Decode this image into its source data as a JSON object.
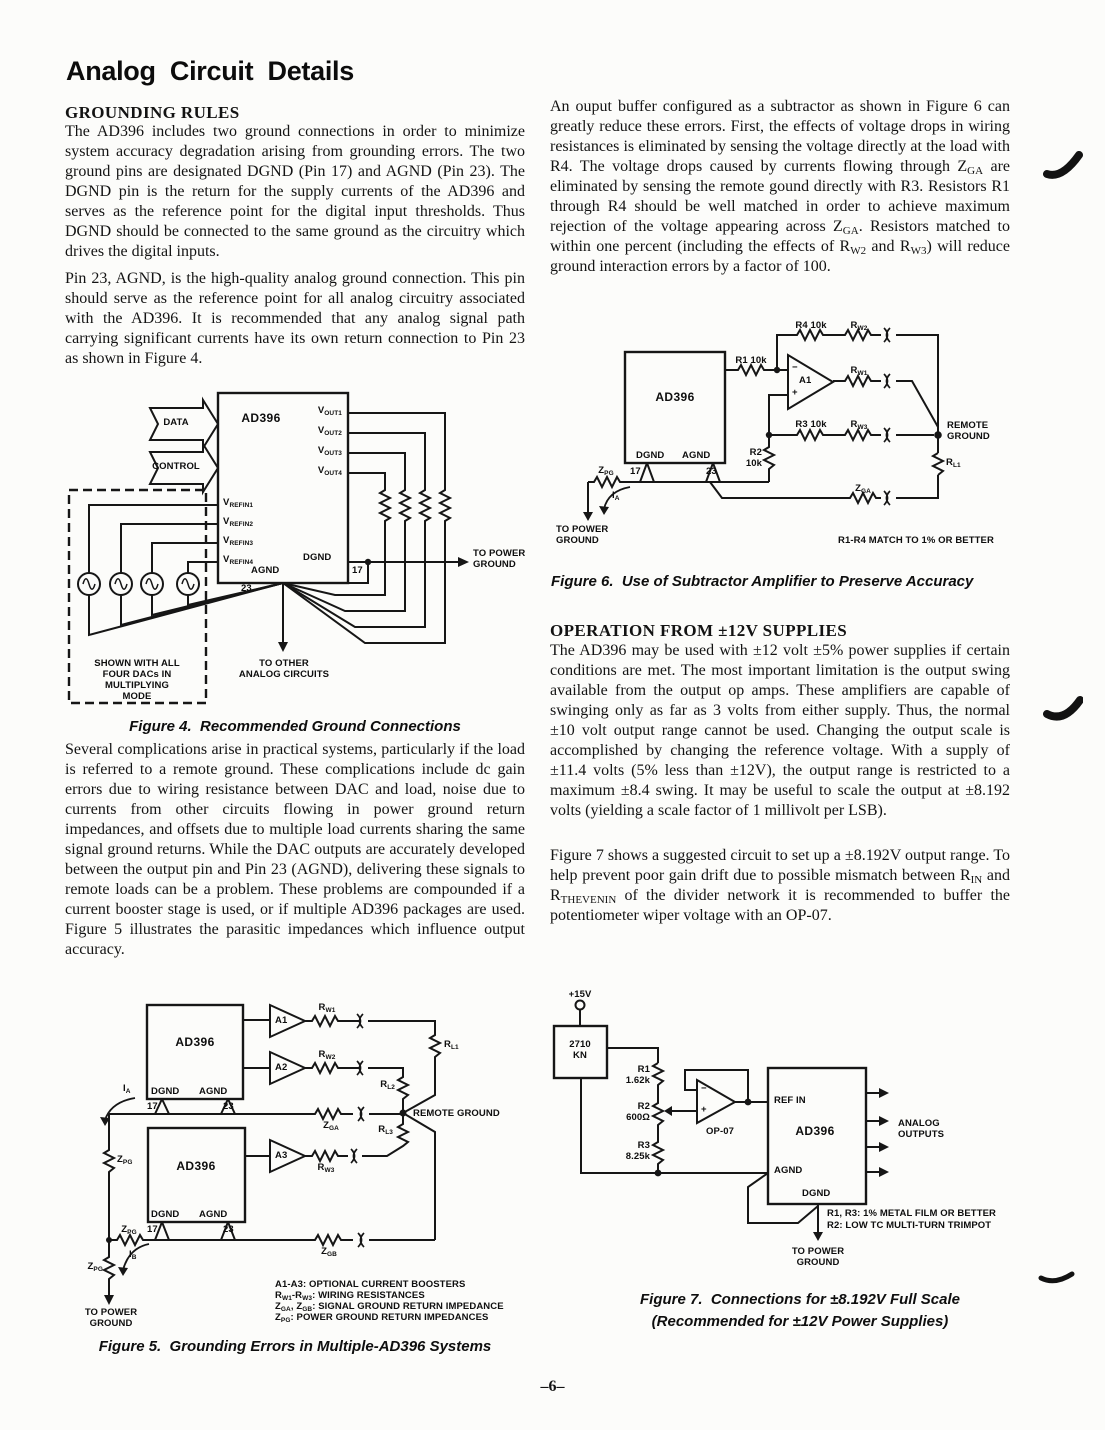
{
  "page": {
    "title": "Analog Circuit Details",
    "page_number": "–6–"
  },
  "left": {
    "heading": "GROUNDING RULES",
    "para1": "The AD396 includes two ground connections in order to minimize system accuracy degradation arising from grounding errors. The two ground pins are designated DGND (Pin 17) and AGND (Pin 23). The DGND pin is the return for the supply currents of the AD396 and serves as the reference point for the digital input thresholds. Thus DGND should be connected to the same ground as the circuitry which drives the digital inputs.",
    "para2": "Pin 23, AGND, is the high-quality analog ground connection. This pin should serve as the reference point for all analog circuitry associated with the AD396. It is recommended that any analog signal path carrying significant currents have its own return connection to Pin 23 as shown in Figure 4.",
    "fig4_caption": "Figure 4.  Recommended Ground Connections",
    "para3": "Several complications arise in practical systems, particularly if the load is referred to a remote ground. These complications include dc gain errors due to wiring resistance between DAC and load, noise due to currents from other circuits flowing in power ground return impedances, and offsets due to multiple load currents sharing the same signal ground returns. While the DAC outputs are accurately developed between the output pin and Pin 23 (AGND), delivering these signals to remote loads can be a problem. These problems are compounded if a current booster stage is used, or if multiple AD396 packages are used. Figure 5 illustrates the parasitic impedances which influence output accuracy.",
    "fig5_caption": "Figure 5.  Grounding Errors in Multiple-AD396 Systems"
  },
  "right": {
    "para1": [
      {
        "t": "An ouput buffer configured as a subtractor as shown in Figure 6 can greatly reduce these errors. First, the effects of voltage drops in wiring resistances is eliminated by sensing the voltage directly at the load with R4. The voltage drops caused by currents flowing through Z"
      },
      {
        "t": "GA",
        "sub": true
      },
      {
        "t": " are eliminated by sensing the remote gound directly with R3. Resistors R1 through R4 should be well matched in order to achieve maximum rejection of the voltage appearing across Z"
      },
      {
        "t": "GA",
        "sub": true
      },
      {
        "t": ". Resistors matched to within one percent (including the effects of R"
      },
      {
        "t": "W2",
        "sub": true
      },
      {
        "t": " and R"
      },
      {
        "t": "W3",
        "sub": true
      },
      {
        "t": ") will reduce ground interaction errors by a factor of 100."
      }
    ],
    "fig6_caption": "Figure 6.  Use of Subtractor Amplifier to Preserve Accuracy",
    "heading": "OPERATION FROM  ±12V SUPPLIES",
    "para2": "The AD396 may be used with ±12 volt ±5% power supplies if certain conditions are met. The most important limitation is the output swing available from the output op amps. These amplifiers are capable of swinging only as far as 3 volts from either supply. Thus, the normal ±10 volt output range cannot be used. Changing the output scale is accomplished by changing the reference voltage. With a supply of ±11.4 volts (5% less than ±12V), the output range is restricted to a maximum ±8.4 swing. It may be useful to scale the output at ±8.192 volts (yielding a scale factor of 1 millivolt per LSB).",
    "para3": [
      {
        "t": "Figure 7 shows a suggested circuit to set up a ±8.192V output range. To help prevent poor gain drift due to possible mismatch between R"
      },
      {
        "t": "IN",
        "sub": true
      },
      {
        "t": " and R"
      },
      {
        "t": "THEVENIN",
        "sub": true
      },
      {
        "t": " of the divider network it is recommended to buffer the potentiometer wiper voltage with an OP-07."
      }
    ],
    "fig7_caption1": "Figure 7.  Connections for ±8.192V Full Scale",
    "fig7_caption2": "(Recommended for ±12V Power Supplies)"
  },
  "fig4": {
    "chip": "AD396",
    "data_bus": "DATA",
    "control_bus": "CONTROL",
    "vout1": [
      {
        "t": "V"
      },
      {
        "t": "OUT1",
        "sub": true
      }
    ],
    "vout2": [
      {
        "t": "V"
      },
      {
        "t": "OUT2",
        "sub": true
      }
    ],
    "vout3": [
      {
        "t": "V"
      },
      {
        "t": "OUT3",
        "sub": true
      }
    ],
    "vout4": [
      {
        "t": "V"
      },
      {
        "t": "OUT4",
        "sub": true
      }
    ],
    "vref1": [
      {
        "t": "V"
      },
      {
        "t": "REFIN1",
        "sub": true
      }
    ],
    "vref2": [
      {
        "t": "V"
      },
      {
        "t": "REFIN2",
        "sub": true
      }
    ],
    "vref3": [
      {
        "t": "V"
      },
      {
        "t": "REFIN3",
        "sub": true
      }
    ],
    "vref4": [
      {
        "t": "V"
      },
      {
        "t": "REFIN4",
        "sub": true
      }
    ],
    "dgnd": "DGND",
    "agnd": "AGND",
    "pin17": "17",
    "pin23": "23",
    "to_power": "TO POWER\nGROUND",
    "to_other": "TO OTHER\nANALOG CIRCUITS",
    "mode_note": "SHOWN WITH ALL\nFOUR DACs IN\nMULTIPLYING\nMODE"
  },
  "fig5": {
    "chip1": "AD396",
    "chip2": "AD396",
    "a1": "A1",
    "a2": "A2",
    "a3": "A3",
    "rw1": [
      {
        "t": "R"
      },
      {
        "t": "W1",
        "sub": true
      }
    ],
    "rw2": [
      {
        "t": "R"
      },
      {
        "t": "W2",
        "sub": true
      }
    ],
    "rw3": [
      {
        "t": "R"
      },
      {
        "t": "W3",
        "sub": true
      }
    ],
    "rl1": [
      {
        "t": "R"
      },
      {
        "t": "L1",
        "sub": true
      }
    ],
    "rl2": [
      {
        "t": "R"
      },
      {
        "t": "L2",
        "sub": true
      }
    ],
    "rl3": [
      {
        "t": "R"
      },
      {
        "t": "L3",
        "sub": true
      }
    ],
    "zga": [
      {
        "t": "Z"
      },
      {
        "t": "GA",
        "sub": true
      }
    ],
    "zgb": [
      {
        "t": "Z"
      },
      {
        "t": "GB",
        "sub": true
      }
    ],
    "zpg": [
      {
        "t": "Z"
      },
      {
        "t": "PG",
        "sub": true
      }
    ],
    "ia": [
      {
        "t": "I"
      },
      {
        "t": "A",
        "sub": true
      }
    ],
    "ib": [
      {
        "t": "I"
      },
      {
        "t": "B",
        "sub": true
      }
    ],
    "dgnd": "DGND",
    "agnd": "AGND",
    "pin17": "17",
    "pin23": "23",
    "remote_ground": "REMOTE GROUND",
    "to_power": "TO POWER\nGROUND",
    "legend1": [
      {
        "t": "A1-A3:  OPTIONAL CURRENT BOOSTERS"
      }
    ],
    "legend2": [
      {
        "t": "R"
      },
      {
        "t": "W1",
        "sub": true
      },
      {
        "t": "-R"
      },
      {
        "t": "W3",
        "sub": true
      },
      {
        "t": ":  WIRING RESISTANCES"
      }
    ],
    "legend3": [
      {
        "t": "Z"
      },
      {
        "t": "GA",
        "sub": true
      },
      {
        "t": ", Z"
      },
      {
        "t": "GB",
        "sub": true
      },
      {
        "t": ":  SIGNAL GROUND RETURN IMPEDANCE"
      }
    ],
    "legend4": [
      {
        "t": "Z"
      },
      {
        "t": "PG",
        "sub": true
      },
      {
        "t": ":  POWER GROUND RETURN IMPEDANCES"
      }
    ]
  },
  "fig6": {
    "chip": "AD396",
    "amp": "A1",
    "minus": "−",
    "plus": "+",
    "r1": "R1 10k",
    "r2": "R2\n10k",
    "r3": "R3 10k",
    "r4": "R4 10k",
    "rw1": [
      {
        "t": "R"
      },
      {
        "t": "W1",
        "sub": true
      }
    ],
    "rw2": [
      {
        "t": "R"
      },
      {
        "t": "W2",
        "sub": true
      }
    ],
    "rw3": [
      {
        "t": "R"
      },
      {
        "t": "W3",
        "sub": true
      }
    ],
    "rl1": [
      {
        "t": "R"
      },
      {
        "t": "L1",
        "sub": true
      }
    ],
    "zga": [
      {
        "t": "Z"
      },
      {
        "t": "GA",
        "sub": true
      }
    ],
    "zpg": [
      {
        "t": "Z"
      },
      {
        "t": "PG",
        "sub": true
      }
    ],
    "ia": [
      {
        "t": "I"
      },
      {
        "t": "A",
        "sub": true
      }
    ],
    "dgnd": "DGND",
    "agnd": "AGND",
    "pin17": "17",
    "pin23": "23",
    "remote_ground": "REMOTE\nGROUND",
    "to_power": "TO POWER\nGROUND",
    "note": "R1-R4 MATCH TO 1% OR BETTER"
  },
  "fig7": {
    "supply": "+15V",
    "ref_box": "2710\nKN",
    "r1": "R1\n1.62k",
    "r2": "R2\n600Ω",
    "r3": "R3\n8.25k",
    "opamp": "OP-07",
    "minus": "−",
    "plus": "+",
    "chip": "AD396",
    "ref_in": "REF IN",
    "agnd": "AGND",
    "dgnd": "DGND",
    "analog_outputs": "ANALOG\nOUTPUTS",
    "to_power": "TO POWER\nGROUND",
    "note1": "R1, R3:  1% METAL FILM OR BETTER",
    "note2": "R2:  LOW TC MULTI-TURN TRIMPOT"
  }
}
